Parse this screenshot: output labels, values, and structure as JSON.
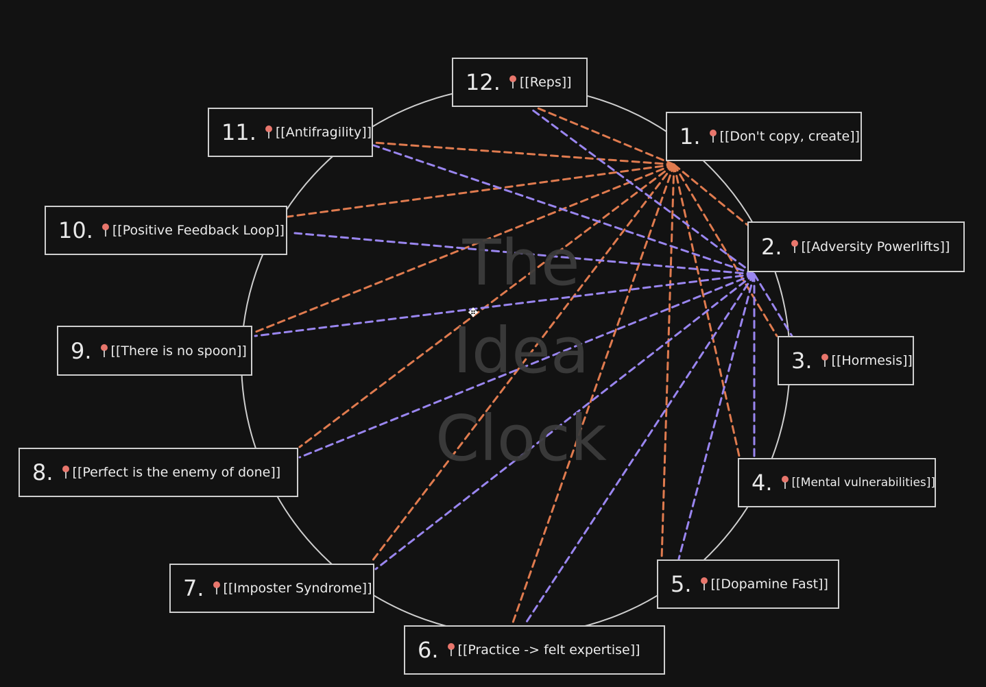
{
  "title_watermark": [
    "The",
    "Idea",
    "Clock"
  ],
  "colors": {
    "background": "#121212",
    "circle": "#cfcfcf",
    "orange_link": "#e07b4f",
    "purple_link": "#9a86f0",
    "pin": "#e8766c"
  },
  "nodes": [
    {
      "id": "n12",
      "number": "12.",
      "label": "[[Reps]]"
    },
    {
      "id": "n11",
      "number": "11.",
      "label": "[[Antifragility]]"
    },
    {
      "id": "n1",
      "number": "1.",
      "label": "[[Don't copy, create]]"
    },
    {
      "id": "n10",
      "number": "10.",
      "label": "[[Positive Feedback Loop]]"
    },
    {
      "id": "n2",
      "number": "2.",
      "label": "[[Adversity Powerlifts]]"
    },
    {
      "id": "n9",
      "number": "9.",
      "label": "[[There is no spoon]]"
    },
    {
      "id": "n3",
      "number": "3.",
      "label": "[[Hormesis]]"
    },
    {
      "id": "n8",
      "number": "8.",
      "label": "[[Perfect is the enemy of done]]"
    },
    {
      "id": "n4",
      "number": "4.",
      "label": "[[Mental vulnerabilities]]"
    },
    {
      "id": "n7",
      "number": "7.",
      "label": "[[Imposter Syndrome]]"
    },
    {
      "id": "n5",
      "number": "5.",
      "label": "[[Dopamine Fast]]"
    },
    {
      "id": "n6",
      "number": "6.",
      "label": "[[Practice -> felt expertise]]"
    }
  ],
  "edges": {
    "orange_from": "n1",
    "orange_to": [
      "n12",
      "n11",
      "n10",
      "n9",
      "n8",
      "n7",
      "n6",
      "n5",
      "n4",
      "n3",
      "n2"
    ],
    "purple_from": "n2",
    "purple_to": [
      "n12",
      "n11",
      "n10",
      "n9",
      "n8",
      "n7",
      "n6",
      "n5",
      "n4",
      "n3"
    ]
  },
  "icons": {
    "node_pin": "pushpin-icon",
    "cursor": "move-cursor-icon"
  }
}
